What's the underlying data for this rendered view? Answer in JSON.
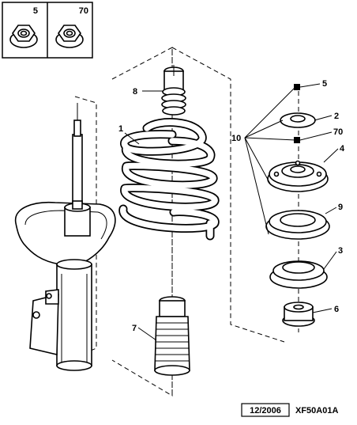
{
  "key_box": {
    "items": [
      {
        "label": "5",
        "icon": "flange-nut-icon"
      },
      {
        "label": "70",
        "icon": "flange-nut-icon"
      }
    ]
  },
  "callouts": {
    "c1": "1",
    "c2": "2",
    "c3": "3",
    "c4": "4",
    "c5": "5",
    "c6": "6",
    "c7": "7",
    "c8": "8",
    "c9": "9",
    "c10": "10",
    "c70": "70"
  },
  "footer": {
    "date": "12/2006",
    "code": "XF50A01A"
  }
}
